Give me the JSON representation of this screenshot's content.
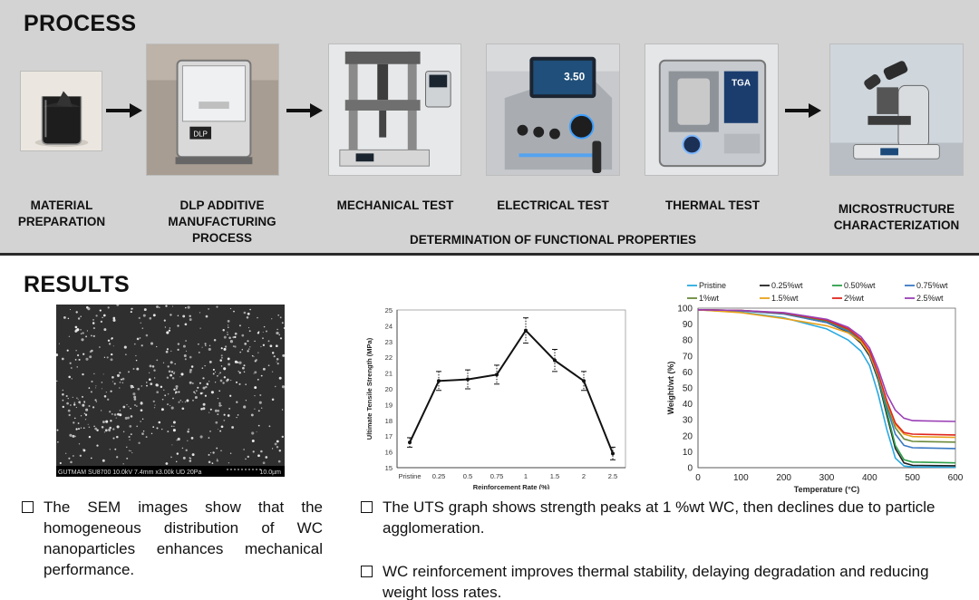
{
  "process": {
    "title": "PROCESS",
    "steps": [
      {
        "label": "MATERIAL\nPREPARATION",
        "icon": "beaker-icon"
      },
      {
        "label": "DLP ADDITIVE\nMANUFACTURING\nPROCESS",
        "icon": "dlp-printer-icon",
        "device_text": "DLP"
      },
      {
        "label": "MECHANICAL TEST",
        "icon": "tensile-tester-icon"
      },
      {
        "label": "ELECTRICAL TEST",
        "icon": "multimeter-icon",
        "device_text": "3.50"
      },
      {
        "label": "THERMAL TEST",
        "icon": "tga-analyzer-icon",
        "device_text": "TGA"
      },
      {
        "label": "MICROSTRUCTURE\nCHARACTERIZATION",
        "icon": "microscope-icon"
      }
    ],
    "group_label": "DETERMINATION OF FUNCTIONAL PROPERTIES"
  },
  "results": {
    "title": "RESULTS",
    "sem_caption": "GUTMAM SU8700 10.0kV 7.4mm x3.00k UD 20Pa",
    "sem_scale": "10.0µm",
    "bullets": [
      "The SEM images show that the homogeneous distribution of WC nanoparticles enhances mechanical performance.",
      "The UTS graph shows strength peaks at 1 %wt WC, then declines due to particle agglomeration.",
      "WC reinforcement improves thermal stability, delaying degradation and reducing weight loss rates."
    ]
  },
  "colors": {
    "process_bg": "#d3d3d3",
    "divider": "#2a2a2a",
    "line_black": "#111111"
  },
  "chart_data": [
    {
      "type": "line",
      "title": "",
      "xlabel": "Reinforcement Rate (%)",
      "ylabel": "Ultimate Tensile Strength (MPa)",
      "categories": [
        "Pristine",
        "0.25",
        "0.5",
        "0.75",
        "1",
        "1.5",
        "2",
        "2.5"
      ],
      "values": [
        16.6,
        20.5,
        20.6,
        20.9,
        23.7,
        21.8,
        20.5,
        15.9
      ],
      "errors": [
        0.3,
        0.6,
        0.6,
        0.6,
        0.8,
        0.7,
        0.6,
        0.4
      ],
      "ylim": [
        15,
        25
      ],
      "yticks": [
        15,
        16,
        17,
        18,
        19,
        20,
        21,
        22,
        23,
        24,
        25
      ],
      "grid": false
    },
    {
      "type": "line",
      "title": "",
      "xlabel": "Temperature (°C)",
      "ylabel": "Weight/wt (%)",
      "xlim": [
        0,
        600
      ],
      "ylim": [
        0,
        100
      ],
      "xticks": [
        0,
        100,
        200,
        300,
        400,
        500,
        600
      ],
      "yticks": [
        0,
        10,
        20,
        30,
        40,
        50,
        60,
        70,
        80,
        90,
        100
      ],
      "legend_position": "top",
      "series": [
        {
          "name": "Pristine",
          "color": "#29a9e1",
          "x": [
            0,
            100,
            200,
            300,
            350,
            380,
            400,
            420,
            440,
            460,
            480,
            500,
            600
          ],
          "y": [
            99,
            97.5,
            94,
            87,
            80,
            73,
            64,
            46,
            24,
            6,
            1,
            0.5,
            0.3
          ]
        },
        {
          "name": "0.25%wt",
          "color": "#222222",
          "x": [
            0,
            100,
            200,
            300,
            350,
            380,
            400,
            420,
            440,
            460,
            480,
            500,
            600
          ],
          "y": [
            99,
            98.5,
            96.5,
            91,
            85,
            78,
            70,
            55,
            33,
            12,
            3,
            1.5,
            1.2
          ]
        },
        {
          "name": "0.50%wt",
          "color": "#2e9f4a",
          "x": [
            0,
            100,
            200,
            300,
            350,
            380,
            400,
            420,
            440,
            460,
            480,
            500,
            600
          ],
          "y": [
            99,
            98.4,
            96.6,
            91.5,
            86,
            79,
            71,
            56,
            35,
            14,
            5,
            3.5,
            3
          ]
        },
        {
          "name": "0.75%wt",
          "color": "#3a78c2",
          "x": [
            0,
            100,
            200,
            300,
            350,
            380,
            400,
            420,
            440,
            460,
            480,
            500,
            600
          ],
          "y": [
            99,
            98.3,
            96.3,
            91,
            85.5,
            79,
            71,
            57,
            38,
            21,
            14,
            12.5,
            12
          ]
        },
        {
          "name": "1%wt",
          "color": "#6a8a3a",
          "x": [
            0,
            100,
            200,
            300,
            350,
            380,
            400,
            420,
            440,
            460,
            480,
            500,
            600
          ],
          "y": [
            99,
            98.5,
            96.8,
            92,
            86.5,
            80,
            72,
            58,
            40,
            25,
            18,
            16.5,
            16
          ]
        },
        {
          "name": "1.5%wt",
          "color": "#e8a21c",
          "x": [
            0,
            100,
            200,
            300,
            350,
            380,
            400,
            420,
            440,
            460,
            480,
            500,
            600
          ],
          "y": [
            99,
            97.2,
            93.5,
            89,
            84.5,
            79,
            71.5,
            58,
            41,
            27,
            21,
            19.5,
            19
          ]
        },
        {
          "name": "2%wt",
          "color": "#e0261f",
          "x": [
            0,
            100,
            200,
            300,
            350,
            380,
            400,
            420,
            440,
            460,
            480,
            500,
            600
          ],
          "y": [
            99,
            98.6,
            97,
            92.5,
            87,
            80.5,
            73,
            59,
            42,
            28,
            22,
            21,
            20.5
          ]
        },
        {
          "name": "2.5%wt",
          "color": "#9a3fb5",
          "x": [
            0,
            100,
            200,
            300,
            350,
            380,
            400,
            420,
            440,
            460,
            480,
            500,
            600
          ],
          "y": [
            99,
            98.6,
            97.2,
            93,
            88,
            82,
            75,
            62,
            46,
            36,
            31,
            29.5,
            29
          ]
        }
      ]
    }
  ]
}
